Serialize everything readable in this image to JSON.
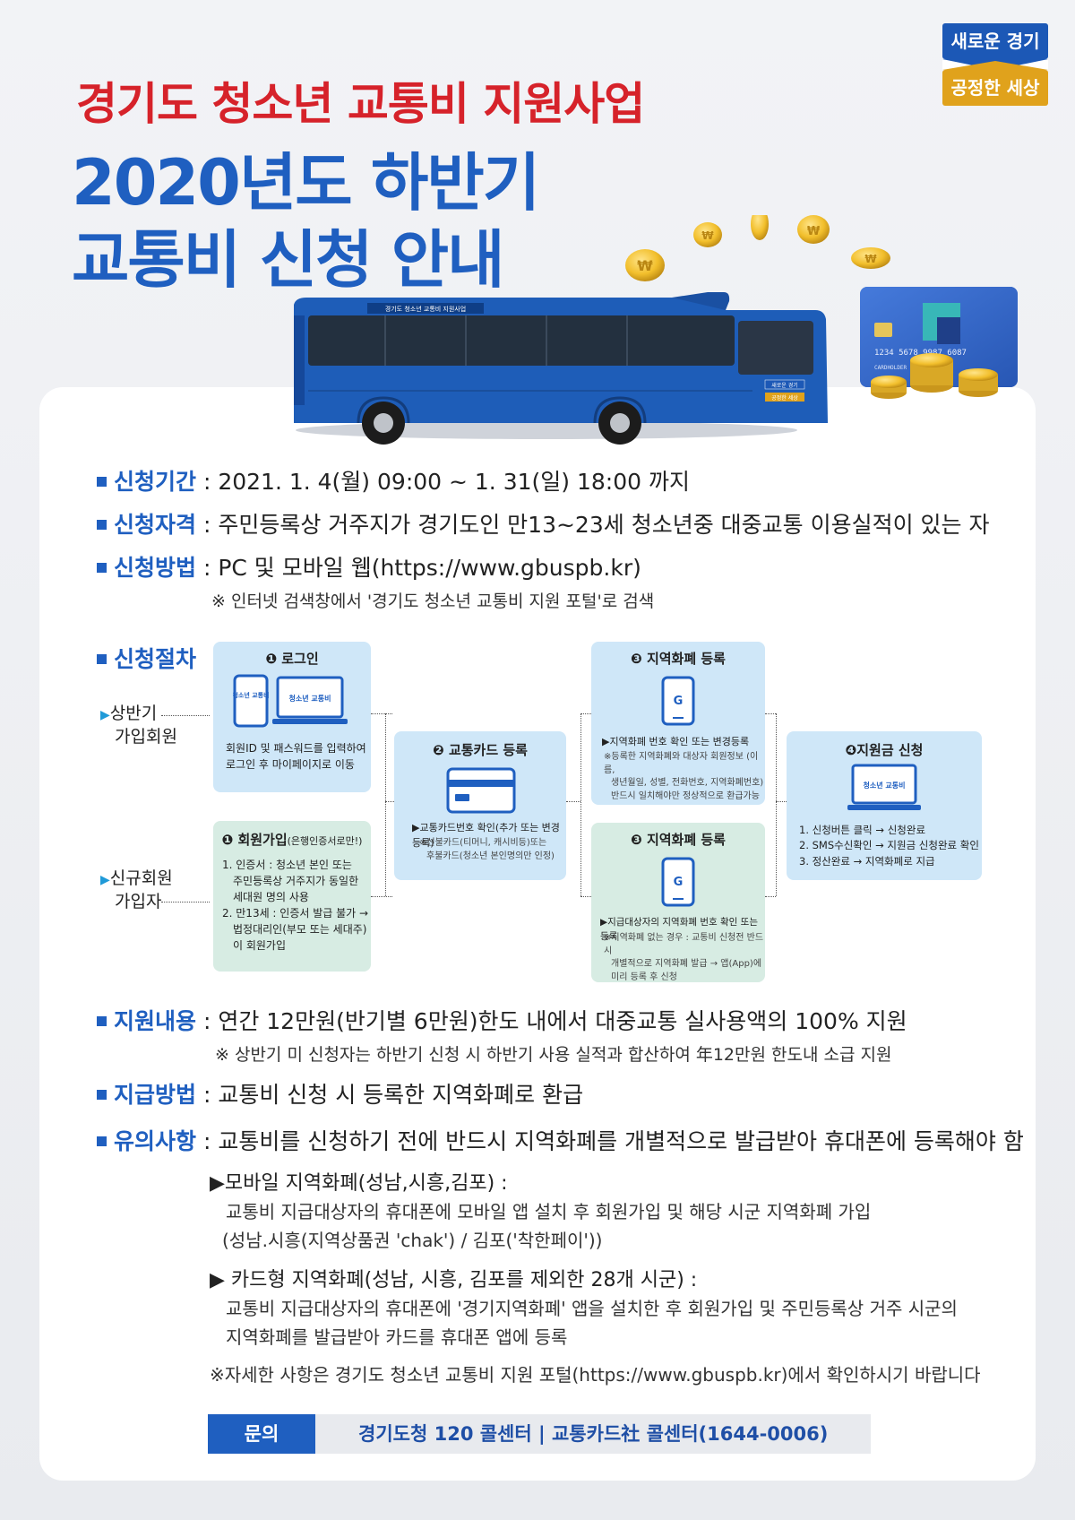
{
  "header": {
    "title_red": "경기도 청소년 교통비 지원사업",
    "title_blue_line1": "2020년도 하반기",
    "title_blue_line2": "교통비 신청 안내"
  },
  "logo": {
    "top": "새로운 경기",
    "bottom": "공정한 세상",
    "colors": {
      "blue": "#1c58b6",
      "gold": "#e0a21c"
    }
  },
  "illustration": {
    "bus_banner": "경기도 청소년 교통비 지원사업",
    "bus_logo_top": "새로운 경기",
    "bus_logo_bottom": "공정한 세상",
    "card_number": "1234 5678 9987 6087",
    "card_holder": "CARDHOLDER",
    "coin_symbol": "₩"
  },
  "info": {
    "period_label": "신청기간",
    "period_value": " : 2021. 1. 4(월) 09:00 ~ 1. 31(일) 18:00 까지",
    "qual_label": "신청자격",
    "qual_value": " : 주민등록상 거주지가 경기도인 만13~23세 청소년중 대중교통 이용실적이 있는 자",
    "method_label": "신청방법",
    "method_value": " : PC 및 모바일 웹(https://www.gbuspb.kr)",
    "method_note": "※ 인터넷 검색창에서 '경기도 청소년 교통비 지원 포털'로 검색",
    "procedure_label": "신청절차"
  },
  "procedure": {
    "side_first_half": [
      "상반기",
      "가입회원"
    ],
    "side_new_member": [
      "신규회원",
      "가입자"
    ],
    "login": {
      "title": "❶ 로그인",
      "phone_text": "청소년 교통비",
      "laptop_text": "청소년 교통비",
      "desc": [
        "회원ID 및 패스워드를 입력하여",
        "로그인 후 마이페이지로 이동"
      ]
    },
    "join": {
      "title": "❶ 회원가입",
      "title_sub": "(은행인증서로만!)",
      "desc": [
        "1. 인증서 : 청소년 본인 또는",
        "주민등록상 거주지가 동일한",
        "세대원 명의 사용",
        "2. 만13세 : 인증서 발급 불가 →",
        "법정대리인(부모 또는 세대주)",
        "이 회원가입"
      ]
    },
    "card_reg": {
      "title": "❷ 교통카드 등록",
      "desc": "▶교통카드번호 확인(추가 또는 변경등록)",
      "small": [
        "※선불카드(티머니, 캐시비등)또는",
        "후불카드(청소년 본인명의만 인정)"
      ]
    },
    "local_top": {
      "title": "❸ 지역화폐 등록",
      "desc": "▶지역화폐 번호 확인 또는 변경등록",
      "small": [
        "※등록한 지역화폐와 대상자 회원정보 (이름,",
        "생년월일, 성별, 전화번호, 지역화폐번호)",
        "반드시 일치해야만 정상적으로 환급가능"
      ]
    },
    "local_bottom": {
      "title": "❸ 지역화폐 등록",
      "desc": "▶지급대상자의 지역화폐 번호 확인 또는 등록",
      "small": [
        "※지역화폐 없는 경우 : 교통비 신청전 반드시",
        "개별적으로 지역화폐 발급 → 앱(App)에",
        "미리 등록 후 신청"
      ]
    },
    "apply": {
      "title": "❹지원금 신청",
      "laptop_text": "청소년 교통비",
      "steps": [
        "1. 신청버튼 클릭 → 신청완료",
        "2. SMS수신확인 → 지원금 신청완료 확인",
        "3. 정산완료 → 지역화폐로 지급"
      ]
    }
  },
  "support": {
    "content_label": "지원내용",
    "content_value": " : 연간 12만원(반기별 6만원)한도 내에서 대중교통 실사용액의 100% 지원",
    "content_note": "※ 상반기 미 신청자는 하반기 신청 시 하반기 사용 실적과 합산하여 年12만원 한도내 소급 지원",
    "pay_label": "지급방법",
    "pay_value": " : 교통비 신청 시 등록한 지역화폐로 환급",
    "caution_label": "유의사항",
    "caution_value": " : 교통비를 신청하기 전에 반드시 지역화폐를 개별적으로 발급받아 휴대폰에 등록해야 함",
    "mobile_title": "▶모바일 지역화폐(성남,시흥,김포) :",
    "mobile_line1": "교통비 지급대상자의 휴대폰에 모바일 앱 설치 후 회원가입 및 해당 시군 지역화폐 가입",
    "mobile_line2": "(성남.시흥(지역상품권 'chak') / 김포('착한페이'))",
    "card_title": "▶ 카드형 지역화폐(성남, 시흥, 김포를 제외한 28개 시군) :",
    "card_line1": "교통비 지급대상자의 휴대폰에 '경기지역화폐' 앱을 설치한 후 회원가입 및 주민등록상 거주 시군의",
    "card_line2": "지역화폐를 발급받아 카드를 휴대폰 앱에 등록",
    "detail_note": "※자세한 사항은 경기도 청소년 교통비 지원 포털(https://www.gbuspb.kr)에서 확인하시기 바랍니다"
  },
  "contact": {
    "tag": "문의",
    "text": "경기도청 120 콜센터  |  교통카드社 콜센터(1644-0006)"
  },
  "colors": {
    "title_red": "#d6222a",
    "primary_blue": "#1f5fc0",
    "box_blue": "#cfe7f8",
    "box_green": "#d7ece3"
  }
}
